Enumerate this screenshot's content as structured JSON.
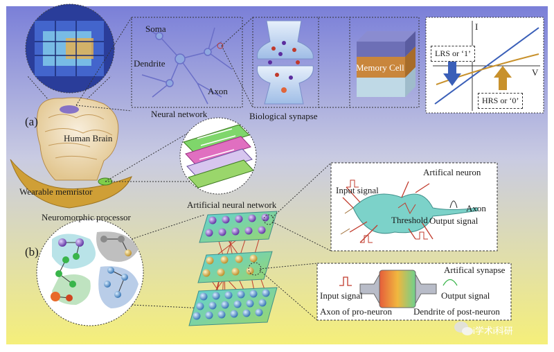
{
  "panel_a": {
    "tag": "(a)",
    "soma": "Soma",
    "dendrite": "Dendrite",
    "axon": "Axon",
    "neural_network": "Neural network",
    "biological_synapse": "Biological synapse",
    "memory_cell": "Memory Cell",
    "axis_i": "I",
    "axis_v": "V",
    "lrs": "LRS or ‘1’",
    "hrs": "HRS or ‘0’",
    "human_brain": "Human Brain",
    "wearable_memristor": "Wearable memristor"
  },
  "panel_b": {
    "tag": "(b)",
    "neuromorphic_processor": "Neuromorphic processor",
    "artificial_neural_network": "Artificial neural network",
    "artificial_neuron": "Artifical neuron",
    "input_signal_neuron": "Input signal",
    "threshold": "Threshold",
    "axon": "Axon",
    "output_signal_neuron": "Output signal",
    "artificial_synapse": "Artifical synapse",
    "input_signal_synapse": "Input signal",
    "output_signal_synapse": "Output signal",
    "axon_pro_neuron": "Axon of pro-neuron",
    "dendrite_post_neuron": "Dendrite of post-neuron"
  },
  "watermark": "i学术i科研",
  "colors": {
    "bg_top": "#7a7fd8",
    "bg_mid": "#c9cbe2",
    "bg_bottom": "#f5ef7a",
    "lrs_arrow": "#3a5fb8",
    "hrs_arrow": "#c8912c",
    "cell_top": "#6d6fb6",
    "cell_mid": "#c9863c",
    "cell_bottom": "#bfd9e6",
    "connection_red": "#c0392b"
  }
}
